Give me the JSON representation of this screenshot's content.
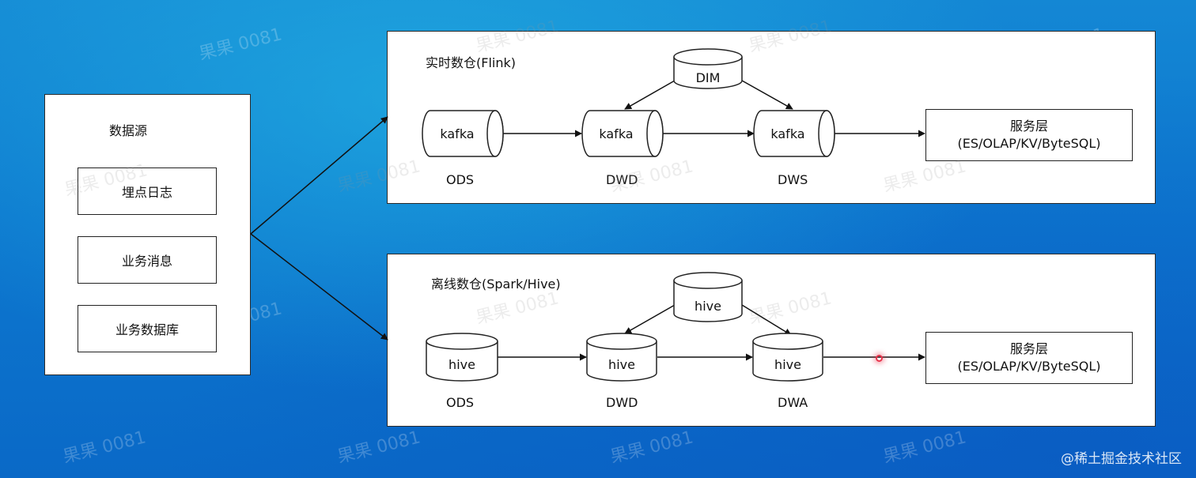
{
  "source_panel": {
    "title": "数据源",
    "items": [
      "埋点日志",
      "业务消息",
      "业务数据库"
    ]
  },
  "realtime": {
    "title": "实时数仓(Flink)",
    "dim": "DIM",
    "stores": [
      {
        "label": "kafka",
        "layer": "ODS"
      },
      {
        "label": "kafka",
        "layer": "DWD"
      },
      {
        "label": "kafka",
        "layer": "DWS"
      }
    ],
    "service": {
      "line1": "服务层",
      "line2": "(ES/OLAP/KV/ByteSQL)"
    }
  },
  "offline": {
    "title": "离线数仓(Spark/Hive)",
    "dim": "hive",
    "stores": [
      {
        "label": "hive",
        "layer": "ODS"
      },
      {
        "label": "hive",
        "layer": "DWD"
      },
      {
        "label": "hive",
        "layer": "DWA"
      }
    ],
    "service": {
      "line1": "服务层",
      "line2": "(ES/OLAP/KV/ByteSQL)"
    }
  },
  "watermark": "果果 0081",
  "credit": "@稀土掘金技术社区"
}
